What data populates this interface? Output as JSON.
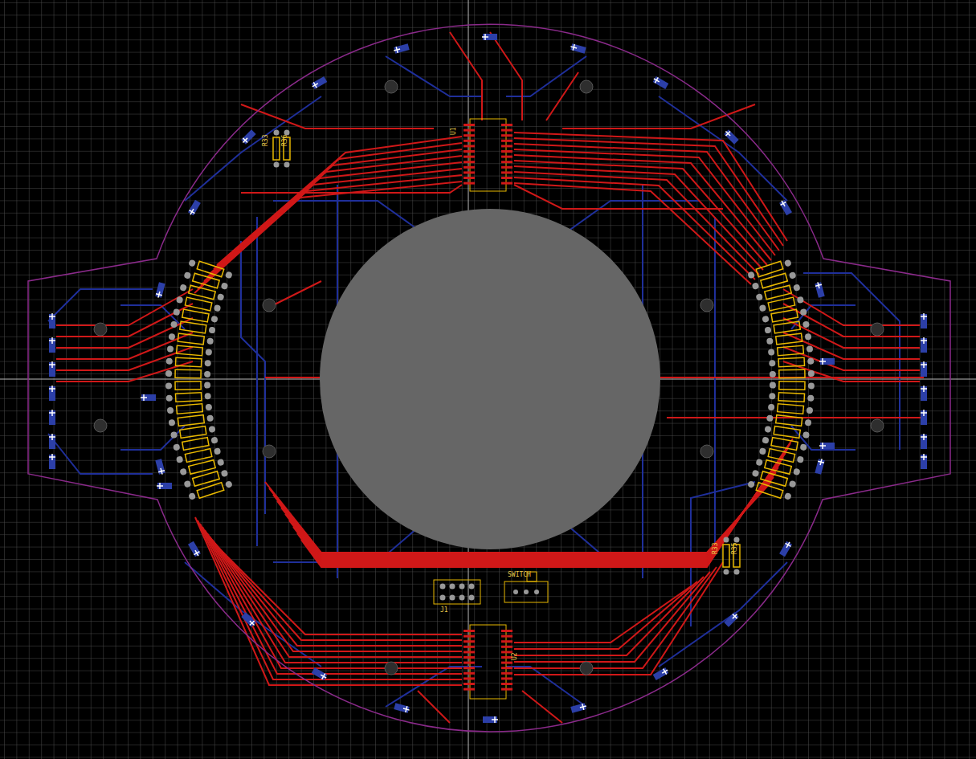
{
  "diagram": {
    "labels": [
      "R33",
      "R36",
      "U1",
      "SWITCH",
      "J1",
      "U2",
      "R33",
      "R35"
    ]
  }
}
